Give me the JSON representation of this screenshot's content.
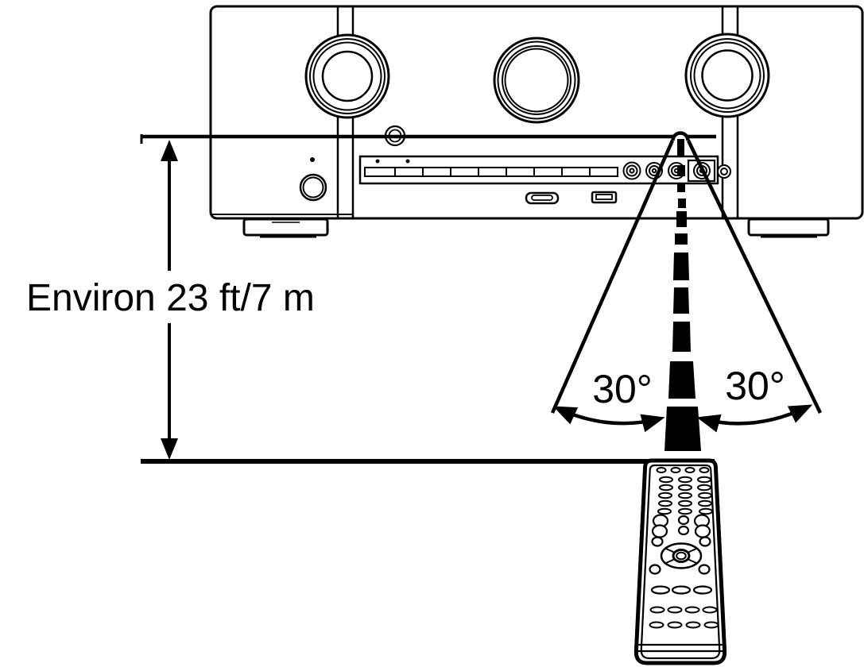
{
  "page": {
    "background_color": "#ffffff",
    "ink_color": "#000000"
  },
  "diagram": {
    "description_names": {
      "device": "av-receiver-front-panel",
      "pointer": "remote-control",
      "beam": "infrared-signal-beam"
    },
    "distance_label": "Environ 23 ft/7 m",
    "angle_labels": {
      "left": "30°",
      "right": "30°"
    }
  }
}
